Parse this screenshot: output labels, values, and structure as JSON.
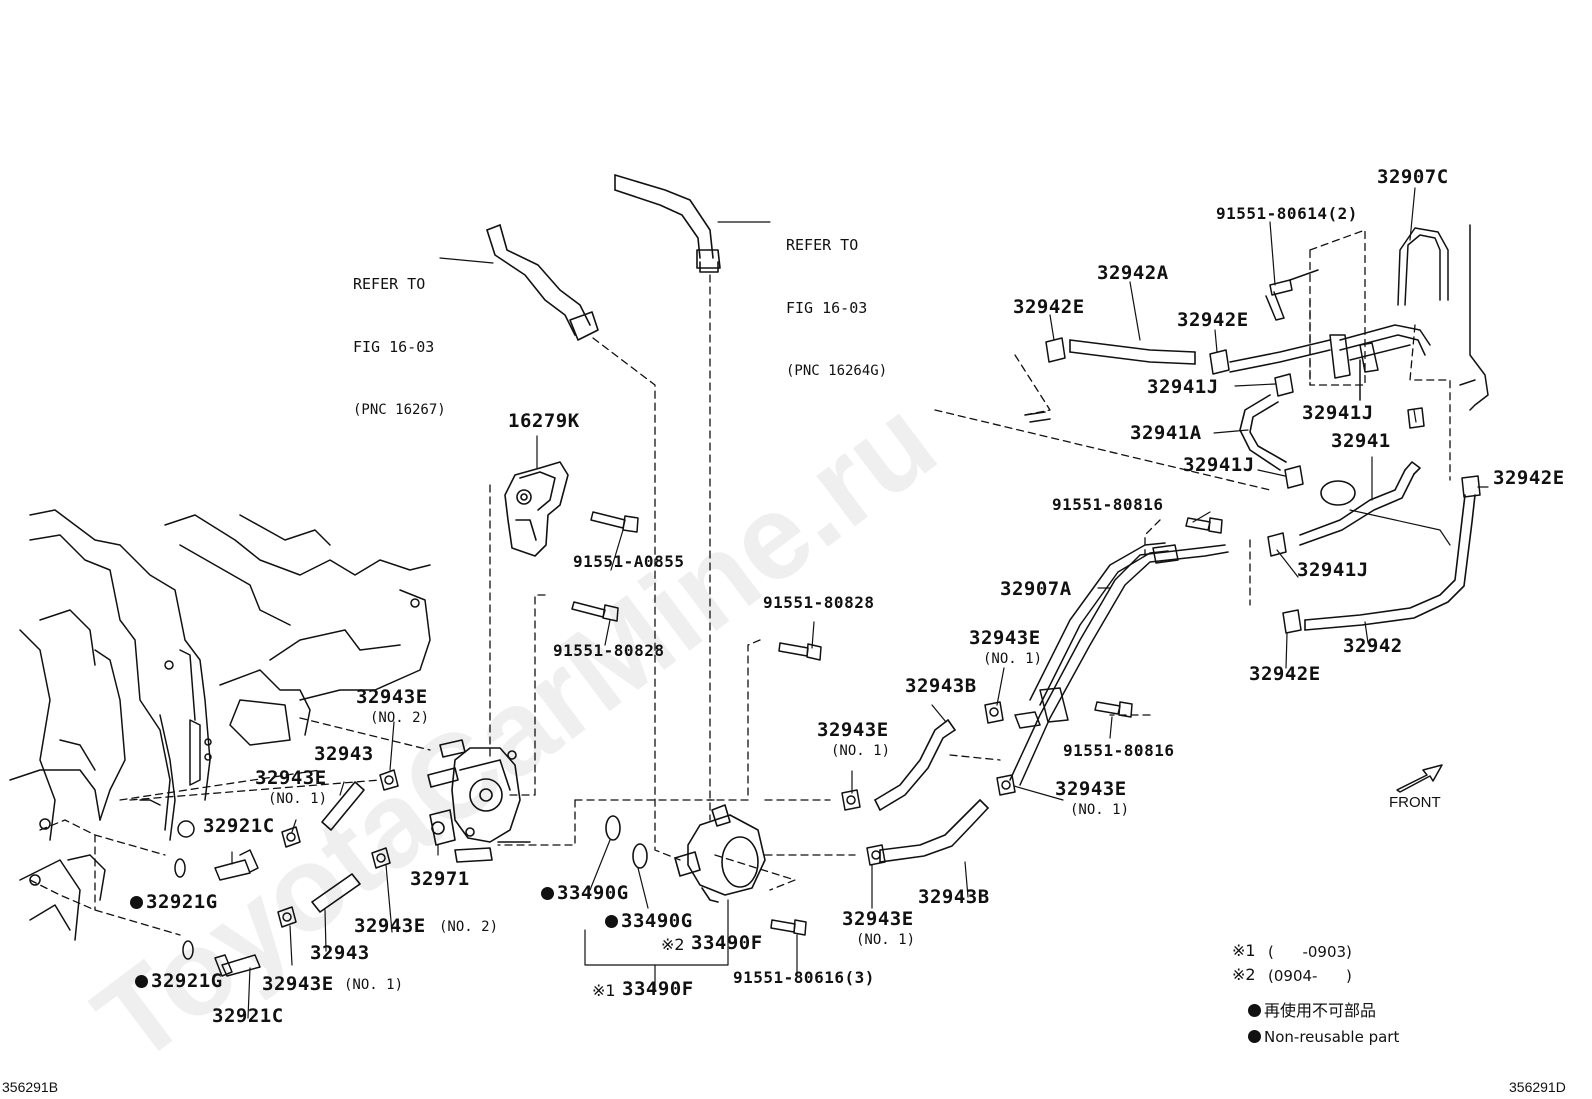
{
  "watermark": "ToyotaCarMine.ru",
  "diagram_codes": {
    "left": "356291B",
    "right": "356291D"
  },
  "front_label": "FRONT",
  "references": [
    {
      "id": "ref-pnc-16267",
      "line1": "REFER TO",
      "line2": "FIG 16-03",
      "line3": "(PNC 16267)"
    },
    {
      "id": "ref-pnc-16264g",
      "line1": "REFER TO",
      "line2": "FIG 16-03",
      "line3": "(PNC 16264G)"
    }
  ],
  "parts": {
    "p32907C": "32907C",
    "p91551_80614": "91551-80614(2)",
    "p32942A": "32942A",
    "p32942E_a": "32942E",
    "p32942E_b": "32942E",
    "p32941J_a": "32941J",
    "p32941A": "32941A",
    "p32941J_b": "32941J",
    "p32941": "32941",
    "p32941J_c": "32941J",
    "p32942E_c": "32942E",
    "p91551_80816_a": "91551-80816",
    "p32941J_d": "32941J",
    "p32907A": "32907A",
    "p32942": "32942",
    "p32942E_d": "32942E",
    "p16279K": "16279K",
    "p91551_A0855": "91551-A0855",
    "p91551_80828_a": "91551-80828",
    "p91551_80828_b": "91551-80828",
    "p32943E_no1_a": "32943E",
    "p32943B_a": "32943B",
    "p32943E_no1_b": "32943E",
    "p91551_80816_b": "91551-80816",
    "p32943E_no1_c": "32943E",
    "p32943E_no2_a": "32943E",
    "p32943_a": "32943",
    "p32943E_no1_d": "32943E",
    "p32921C_a": "32921C",
    "p32943E_no2_b": "32943E",
    "p32971": "32971",
    "p32921G_a": "32921G",
    "p32921G_b": "32921G",
    "p32943_b": "32943",
    "p32943E_no1_e": "32943E",
    "p32921C_b": "32921C",
    "p33490G_a": "33490G",
    "p33490G_b": "33490G",
    "p33490F_a": "33490F",
    "p33490F_b": "33490F",
    "p91551_80616": "91551-80616(3)",
    "p32943B_b": "32943B",
    "p32943E_no1_f": "32943E"
  },
  "qualifiers": {
    "no1": "(NO. 1)",
    "no2": "(NO. 2)"
  },
  "markers": {
    "mark1": "※1",
    "mark2": "※2"
  },
  "legend": {
    "note1_range": "(      -0903)",
    "note2_range": "(0904-      )",
    "nonreusable_jp": "再使用不可部品",
    "nonreusable_en": "Non-reusable part"
  }
}
